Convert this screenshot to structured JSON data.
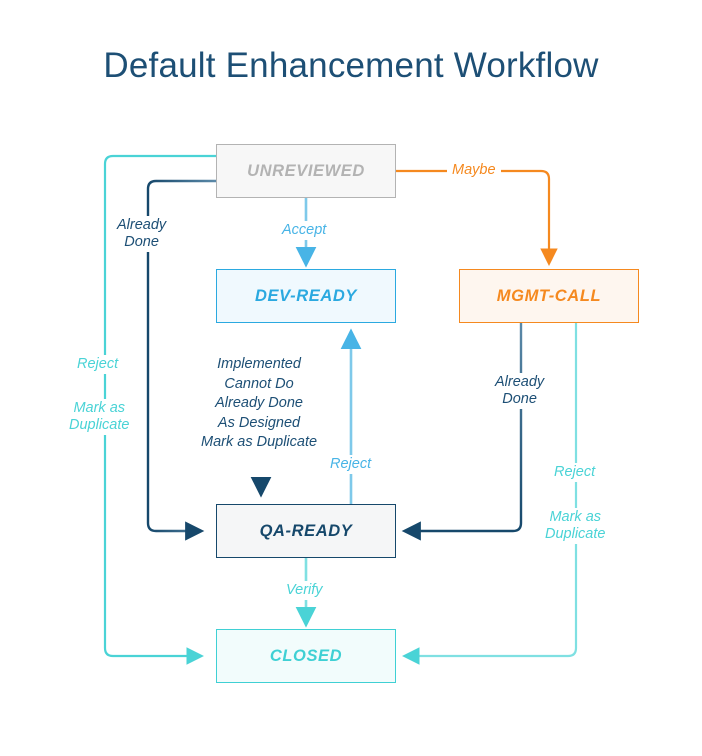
{
  "page": {
    "title": "Default Enhancement Workflow",
    "background": "#ffffff"
  },
  "palette": {
    "title_color": "#1d4f75",
    "gray": "#b3b3b3",
    "blue": "#2ba9e0",
    "light_blue": "#7ec9ea",
    "orange": "#f5891f",
    "navy": "#16486b",
    "steel": "#4d7f9e",
    "cyan": "#4ad3d6"
  },
  "nodes": [
    {
      "id": "unreviewed",
      "label": "UNREVIEWED",
      "color": "#b3b3b3",
      "fill": "#f7f7f7"
    },
    {
      "id": "dev_ready",
      "label": "DEV-READY",
      "color": "#2ba9e0",
      "fill": "#f0f9fe"
    },
    {
      "id": "mgmt_call",
      "label": "MGMT-CALL",
      "color": "#f5891f",
      "fill": "#fef6ef"
    },
    {
      "id": "qa_ready",
      "label": "QA-READY",
      "color": "#16486b",
      "fill": "#f5f6f7"
    },
    {
      "id": "closed",
      "label": "CLOSED",
      "color": "#3fd0d4",
      "fill": "#f2fcfc"
    }
  ],
  "edges": [
    {
      "id": "accept",
      "from": "unreviewed",
      "to": "dev_ready",
      "label": "Accept",
      "color": "#48b4e6"
    },
    {
      "id": "maybe",
      "from": "unreviewed",
      "to": "mgmt_call",
      "label": "Maybe",
      "color": "#f5891f"
    },
    {
      "id": "already_done_l",
      "from": "unreviewed",
      "to": "qa_ready",
      "label": "Already\nDone",
      "color": "#1d4f75"
    },
    {
      "id": "reject_left",
      "from": "unreviewed",
      "to": "closed",
      "label": "Reject",
      "color": "#4ad3d6"
    },
    {
      "id": "mark_dup_left",
      "from": "unreviewed",
      "to": "closed",
      "label": "Mark as\nDuplicate",
      "color": "#4ad3d6"
    },
    {
      "id": "dev_to_qa",
      "from": "dev_ready",
      "to": "qa_ready",
      "label": "Implemented\nCannot Do\nAlready Done\nAs Designed\nMark as Duplicate",
      "color": "#1d4f75"
    },
    {
      "id": "reject_mid",
      "from": "qa_ready",
      "to": "dev_ready",
      "label": "Reject",
      "color": "#48b4e6"
    },
    {
      "id": "verify",
      "from": "qa_ready",
      "to": "closed",
      "label": "Verify",
      "color": "#4ad3d6"
    },
    {
      "id": "already_done_r",
      "from": "mgmt_call",
      "to": "qa_ready",
      "label": "Already\nDone",
      "color": "#1d4f75"
    },
    {
      "id": "reject_right",
      "from": "mgmt_call",
      "to": "closed",
      "label": "Reject",
      "color": "#4ad3d6"
    },
    {
      "id": "mark_dup_right",
      "from": "mgmt_call",
      "to": "closed",
      "label": "Mark as\nDuplicate",
      "color": "#4ad3d6"
    }
  ],
  "labels": {
    "accept": "Accept",
    "verify": "Verify",
    "maybe": "Maybe",
    "already_done_left": "Already\nDone",
    "reject_left": "Reject",
    "mark_dup_left": "Mark as\nDuplicate",
    "dev_to_qa": "Implemented\nCannot Do\nAlready Done\nAs Designed\nMark as Duplicate",
    "reject_mid": "Reject",
    "already_done_right": "Already\nDone",
    "reject_right": "Reject",
    "mark_dup_right": "Mark as\nDuplicate"
  }
}
